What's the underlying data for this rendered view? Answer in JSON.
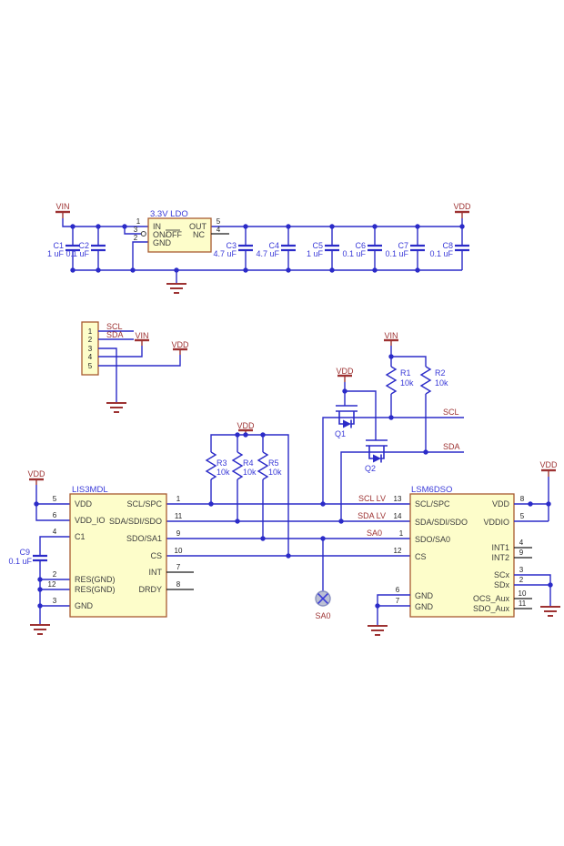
{
  "colors": {
    "wire": "#2b2bc8",
    "net_label": "#9d3232",
    "component_label": "#3a3ad8",
    "box_fill": "#fdfdca",
    "box_border": "#a85a30"
  },
  "ldo_section": {
    "vin_label": "VIN",
    "vdd_label": "VDD",
    "ldo": {
      "title": "3.3V LDO",
      "pins": {
        "in": {
          "num": "1",
          "name": "IN"
        },
        "onoff": {
          "num": "3",
          "name_pre": "ON/",
          "name_ovl": "OFF"
        },
        "gnd": {
          "num": "2",
          "name": "GND"
        },
        "out": {
          "num": "5",
          "name": "OUT"
        },
        "nc": {
          "num": "4",
          "name": "NC"
        }
      }
    },
    "caps": [
      {
        "ref": "C1",
        "value": "1 uF"
      },
      {
        "ref": "C2",
        "value": "0.1 uF"
      },
      {
        "ref": "C3",
        "value": "4.7 uF"
      },
      {
        "ref": "C4",
        "value": "4.7 uF"
      },
      {
        "ref": "C5",
        "value": "1 uF"
      },
      {
        "ref": "C6",
        "value": "0.1 uF"
      },
      {
        "ref": "C7",
        "value": "0.1 uF"
      },
      {
        "ref": "C8",
        "value": "0.1 uF"
      }
    ]
  },
  "connector": {
    "pins": [
      "1",
      "2",
      "3",
      "4",
      "5"
    ],
    "nets": {
      "scl": "SCL",
      "sda": "SDA",
      "vin": "VIN",
      "vdd": "VDD"
    }
  },
  "level_shifter": {
    "vin_label": "VIN",
    "vdd_label": "VDD",
    "scl_label": "SCL",
    "sda_label": "SDA",
    "q1_label": "Q1",
    "q2_label": "Q2",
    "r1": {
      "ref": "R1",
      "value": "10k"
    },
    "r2": {
      "ref": "R2",
      "value": "10k"
    }
  },
  "pullups": {
    "vdd_label": "VDD",
    "resistors": [
      {
        "ref": "R3",
        "value": "10k"
      },
      {
        "ref": "R4",
        "value": "10k"
      },
      {
        "ref": "R5",
        "value": "10k"
      }
    ]
  },
  "lis3mdl": {
    "title": "LIS3MDL",
    "vdd_label": "VDD",
    "c9": {
      "ref": "C9",
      "value": "0.1 uF"
    },
    "left_pins": [
      {
        "num": "5",
        "name": "VDD"
      },
      {
        "num": "6",
        "name": "VDD_IO"
      },
      {
        "num": "4",
        "name": "C1"
      },
      {
        "num": "2",
        "name": "RES(GND)"
      },
      {
        "num": "12",
        "name": "RES(GND)"
      },
      {
        "num": "3",
        "name": "GND"
      }
    ],
    "right_pins": [
      {
        "num": "1",
        "name": "SCL/SPC"
      },
      {
        "num": "11",
        "name": "SDA/SDI/SDO"
      },
      {
        "num": "9",
        "name": "SDO/SA1"
      },
      {
        "num": "10",
        "name": "CS"
      },
      {
        "num": "7",
        "name": "INT"
      },
      {
        "num": "8",
        "name": "DRDY"
      }
    ]
  },
  "lsm6dso": {
    "title": "LSM6DSO",
    "vdd_label": "VDD",
    "left_pins": [
      {
        "num": "13",
        "name": "SCL/SPC",
        "net": "SCL LV"
      },
      {
        "num": "14",
        "name": "SDA/SDI/SDO",
        "net": "SDA LV"
      },
      {
        "num": "1",
        "name": "SDO/SA0",
        "net": "SA0"
      },
      {
        "num": "12",
        "name": "CS"
      },
      {
        "num": "6",
        "name": "GND"
      },
      {
        "num": "7",
        "name": "GND"
      }
    ],
    "right_pins": [
      {
        "num": "8",
        "name": "VDD"
      },
      {
        "num": "5",
        "name": "VDDIO"
      },
      {
        "num": "4",
        "name": "INT1"
      },
      {
        "num": "9",
        "name": "INT2"
      },
      {
        "num": "3",
        "name": "SCx"
      },
      {
        "num": "2",
        "name": "SDx"
      },
      {
        "num": "10",
        "name": "OCS_Aux"
      },
      {
        "num": "11",
        "name": "SDO_Aux"
      }
    ]
  },
  "testpoint": {
    "label": "SA0"
  }
}
